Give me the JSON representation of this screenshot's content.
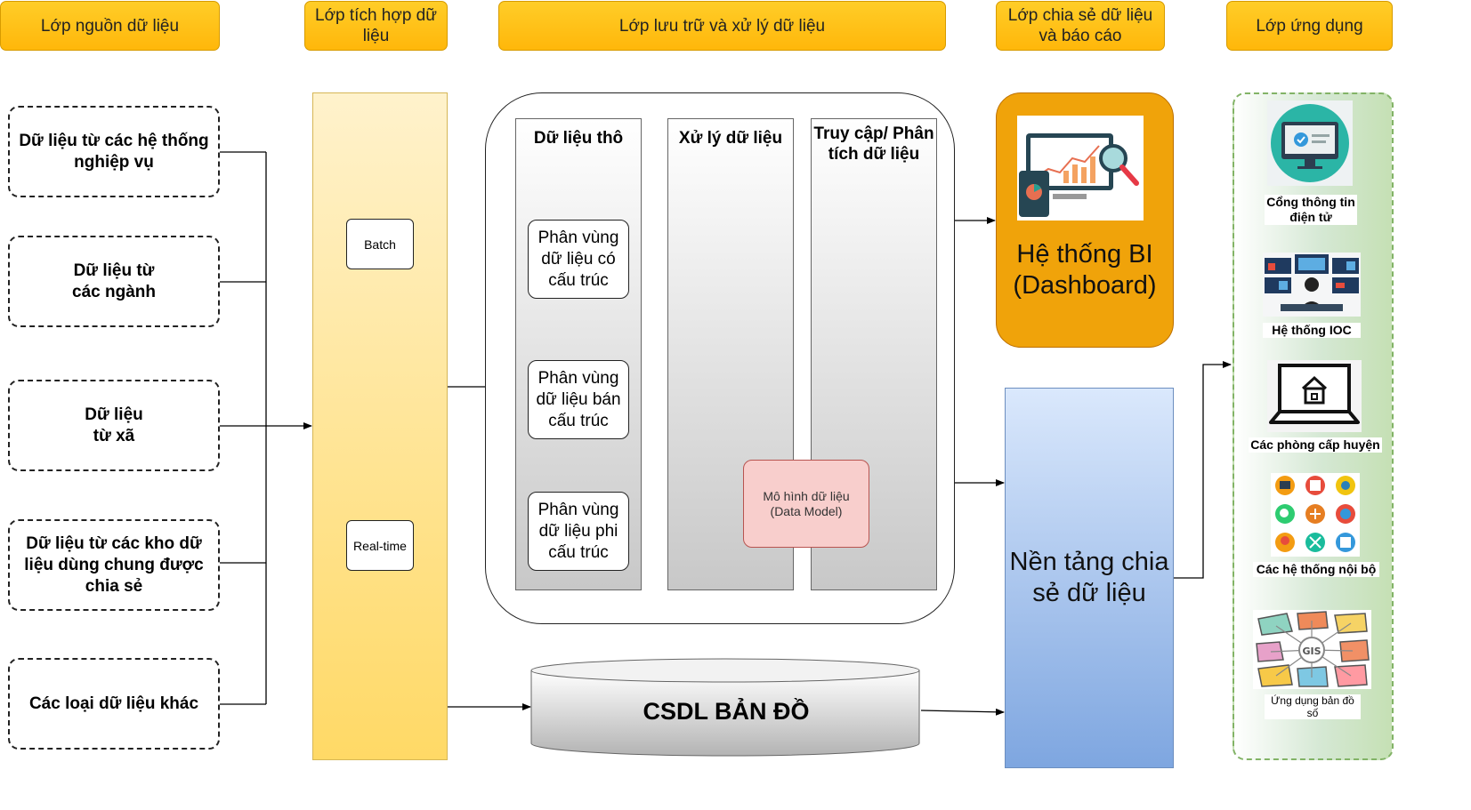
{
  "headers": {
    "source_layer": "Lớp nguồn dữ liệu",
    "integration_layer": "Lớp tích hợp dữ liệu",
    "storage_layer": "Lớp lưu trữ và xử lý dữ liệu",
    "sharing_layer": "Lớp chia sẻ dữ liệu và báo cáo",
    "application_layer": "Lớp ứng dụng"
  },
  "sources": [
    "Dữ liệu từ các hệ thống nghiệp vụ",
    "Dữ liệu từ các  ngành",
    "Dữ liệu từ xã",
    "Dữ liệu từ các kho dữ liệu dùng chung được chia sẻ",
    "Các loại dữ liệu khác"
  ],
  "integration": {
    "batch": "Batch",
    "realtime": "Real-time"
  },
  "storage": {
    "raw_title": "Dữ liệu thô",
    "processing_title": "Xử lý dữ liệu",
    "access_title": "Truy cập/  Phân tích dữ liệu",
    "partition_structured": "Phân vùng dữ liệu có cấu trúc",
    "partition_semi": "Phân vùng dữ liệu bán cấu trúc",
    "partition_unstructured": "Phân vùng dữ liệu phi cấu trúc",
    "data_model": "Mô hình dữ liệu (Data Model)",
    "map_db": "CSDL BẢN ĐỒ"
  },
  "sharing": {
    "bi": "Hệ thống BI (Dashboard)",
    "platform": "Nền tảng chia sẻ dữ liệu"
  },
  "applications": [
    {
      "label": "Cổng thông tin điện tử",
      "icon": "monitor-check-icon"
    },
    {
      "label": "Hệ thống IOC",
      "icon": "operations-center-icon"
    },
    {
      "label": "Các phòng cấp huyện",
      "icon": "laptop-home-icon"
    },
    {
      "label": "Các hệ thống nội bộ",
      "icon": "app-grid-icon"
    },
    {
      "label": "Ứng dụng bản đồ số",
      "icon": "gis-map-icon"
    }
  ],
  "colors": {
    "header": "#ffbf10",
    "integration": "#ffe083",
    "bi": "#f0a30a",
    "platform": "#7ea6e0",
    "app_panel": "#d5e8d4",
    "data_model": "#f8cecc"
  }
}
